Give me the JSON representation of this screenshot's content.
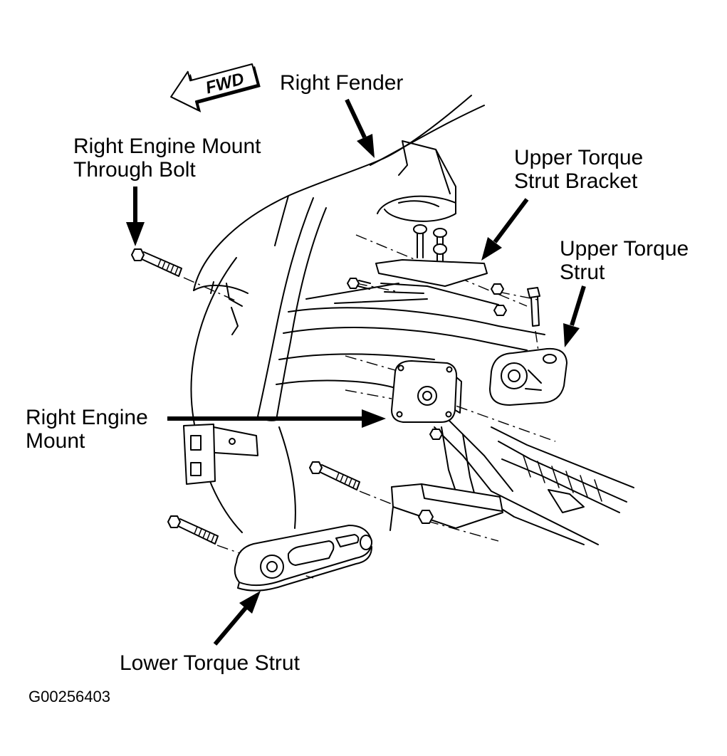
{
  "figure": {
    "fwd_label": "FWD",
    "figure_id": "G00256403"
  },
  "labels": {
    "right_fender": "Right Fender",
    "through_bolt": [
      "Right Engine Mount",
      "Through Bolt"
    ],
    "upper_strut_bracket": [
      "Upper Torque",
      "Strut Bracket"
    ],
    "upper_strut": [
      "Upper Torque",
      "Strut"
    ],
    "engine_mount": [
      "Right Engine",
      "Mount"
    ],
    "lower_strut": "Lower Torque Strut"
  },
  "colors": {
    "ink": "#000000",
    "background": "#ffffff"
  }
}
